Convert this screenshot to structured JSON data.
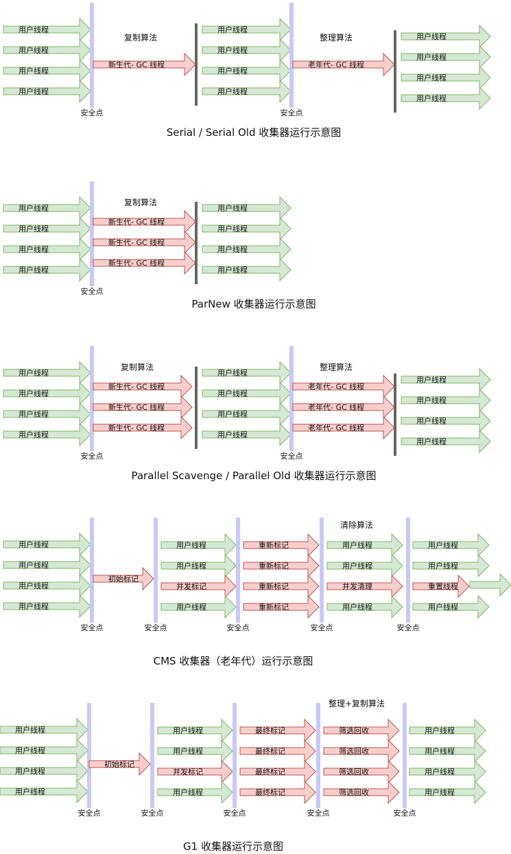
{
  "colors": {
    "user_fill": "#d5e8d4",
    "user_stroke": "#82b366",
    "gc_fill": "#f8cecc",
    "gc_stroke": "#b85450",
    "safepoint": "#c9c9f7",
    "barrier": "#666666"
  },
  "labels": {
    "user_thread": "用户线程",
    "safepoint": "安全点",
    "young_gc_thread": "新生代- GC 线程",
    "old_gc_thread": "老年代- GC 线程",
    "initial_mark": "初始标记",
    "concurrent_mark": "并发标记",
    "remark": "重新标记",
    "concurrent_sweep": "并发清理",
    "reset_thread": "重置线程",
    "final_mark": "最终标记",
    "filter_reclaim": "筛选回收"
  },
  "algorithms": {
    "copying": "复制算法",
    "compacting": "整理算法",
    "sweeping": "清除算法",
    "compact_copy": "整理+复制算法"
  },
  "diagrams": [
    {
      "id": "serial",
      "caption": "Serial / Serial Old 收集器运行示意图"
    },
    {
      "id": "parnew",
      "caption": "ParNew 收集器运行示意图"
    },
    {
      "id": "parallel",
      "caption": "Parallel Scavenge / Parallel Old 收集器运行示意图"
    },
    {
      "id": "cms",
      "caption": "CMS 收集器（老年代）运行示意图"
    },
    {
      "id": "g1",
      "caption": "G1 收集器运行示意图"
    }
  ]
}
